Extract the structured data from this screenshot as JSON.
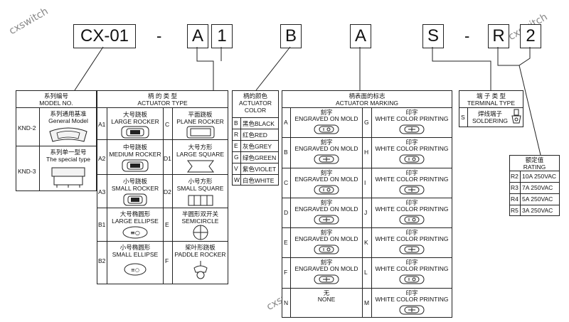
{
  "watermark": "cxswitch",
  "part_code": {
    "model": "CX-01",
    "dash1": "-",
    "actuator_type": "A",
    "actuator_type_num": "1",
    "actuator_color": "B",
    "actuator_marking": "A",
    "terminal_type": "S",
    "dash2": "-",
    "rating_letter": "R",
    "rating_num": "2"
  },
  "model_table": {
    "header_cn": "系列编号",
    "header_en": "MODEL NO.",
    "rows": [
      {
        "code": "KND-2",
        "label_cn": "系列通用基准",
        "label_en": "General Model",
        "icon": "general-model-icon"
      },
      {
        "code": "KND-3",
        "label_cn": "系列单一型号",
        "label_en": "The special type",
        "icon": "special-type-icon"
      }
    ]
  },
  "actuator_type_table": {
    "header_cn": "柄 的 类 型",
    "header_en": "ACTUATOR TYPE",
    "cells": [
      {
        "code": "A1",
        "cn": "大号跷板",
        "en": "LARGE ROCKER",
        "icon": "large-rocker-icon"
      },
      {
        "code": "C",
        "cn": "平面跷板",
        "en": "PLANE ROCKER",
        "icon": "plane-rocker-icon"
      },
      {
        "code": "A2",
        "cn": "中号跷板",
        "en": "MEDIUM ROCKER",
        "icon": "medium-rocker-icon"
      },
      {
        "code": "D1",
        "cn": "大号方形",
        "en": "LARGE SQUARE",
        "icon": "large-square-icon"
      },
      {
        "code": "A3",
        "cn": "小号跷板",
        "en": "SMALL ROCKER",
        "icon": "small-rocker-icon"
      },
      {
        "code": "D2",
        "cn": "小号方形",
        "en": "SMALL SQUARE",
        "icon": "small-square-icon"
      },
      {
        "code": "B1",
        "cn": "大号椭圆形",
        "en": "LARGE ELLIPSE",
        "icon": "large-ellipse-icon"
      },
      {
        "code": "E",
        "cn": "半圆形双开关",
        "en": "SEMICIRCLE",
        "icon": "semicircle-icon"
      },
      {
        "code": "B2",
        "cn": "小号椭圆形",
        "en": "SMALL ELLIPSE",
        "icon": "small-ellipse-icon"
      },
      {
        "code": "F",
        "cn": "桨叶形跷板",
        "en": "PADDLE ROCKER",
        "icon": "paddle-rocker-icon"
      }
    ]
  },
  "actuator_color_table": {
    "header_cn": "柄的颜色",
    "header_en1": "ACTUATOR",
    "header_en2": "COLOR",
    "rows": [
      {
        "code": "B",
        "label": "黑色BLACK"
      },
      {
        "code": "R",
        "label": "红色RED"
      },
      {
        "code": "E",
        "label": "灰色GREY"
      },
      {
        "code": "G",
        "label": "绿色GREEN"
      },
      {
        "code": "V",
        "label": "紫色VIOLET"
      },
      {
        "code": "W",
        "label": "白色WHITE"
      }
    ]
  },
  "actuator_marking_table": {
    "header_cn": "柄表面的标志",
    "header_en": "ACTUATOR MARKING",
    "left": [
      {
        "code": "A",
        "cn": "刻字",
        "en": "ENGRAVED ON MOLD"
      },
      {
        "code": "B",
        "cn": "刻字",
        "en": "ENGRAVED ON MOLD"
      },
      {
        "code": "C",
        "cn": "刻字",
        "en": "ENGRAVED ON MOLD"
      },
      {
        "code": "D",
        "cn": "刻字",
        "en": "ENGRAVED ON MOLD"
      },
      {
        "code": "E",
        "cn": "刻字",
        "en": "ENGRAVED ON MOLD"
      },
      {
        "code": "F",
        "cn": "刻字",
        "en": "ENGRAVED ON MOLD"
      },
      {
        "code": "N",
        "cn": "无",
        "en": "NONE"
      }
    ],
    "right": [
      {
        "code": "G",
        "cn": "印字",
        "en": "WHITE COLOR PRINTING"
      },
      {
        "code": "H",
        "cn": "印字",
        "en": "WHITE COLOR PRINTING"
      },
      {
        "code": "I",
        "cn": "印字",
        "en": "WHITE COLOR PRINTING"
      },
      {
        "code": "J",
        "cn": "印字",
        "en": "WHITE COLOR PRINTING"
      },
      {
        "code": "K",
        "cn": "印字",
        "en": "WHITE COLOR PRINTING"
      },
      {
        "code": "L",
        "cn": "印字",
        "en": "WHITE COLOR PRINTING"
      },
      {
        "code": "M",
        "cn": "印字",
        "en": "WHITE COLOR PRINTING"
      }
    ]
  },
  "terminal_table": {
    "header_cn": "端 子 类 型",
    "header_en": "TERMINAL TYPE",
    "rows": [
      {
        "code": "S",
        "cn": "焊线端子",
        "en": "SOLDERING",
        "icon": "solder-terminal-icon"
      }
    ]
  },
  "rating_table": {
    "header_cn": "额定值",
    "header_en": "RATING",
    "rows": [
      {
        "code": "R2",
        "value": "10A 250VAC"
      },
      {
        "code": "R3",
        "value": "7A 250VAC"
      },
      {
        "code": "R4",
        "value": "5A 250VAC"
      },
      {
        "code": "R5",
        "value": "3A 250VAC"
      }
    ]
  }
}
